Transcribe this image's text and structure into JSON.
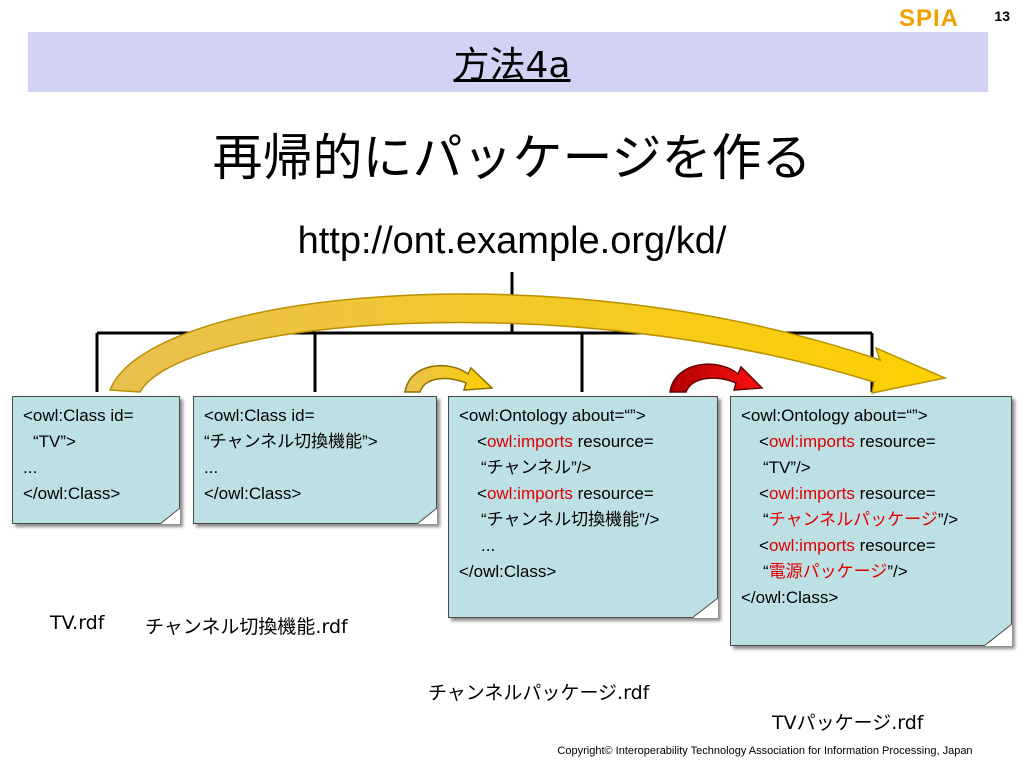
{
  "slide": {
    "page_number": "13",
    "logo_text": "SPIA",
    "header_title": "方法4a",
    "main_title": "再帰的にパッケージを作る",
    "root_url": "http://ont.example.org/kd/",
    "copyright": "Copyright© Interoperability Technology Association for Information Processing, Japan"
  },
  "colors": {
    "header_band": "#d2d2f4",
    "note_fill": "#bde0e4",
    "keyword_red": "#e00000",
    "arrow_yellow": "#f5c800",
    "arrow_red": "#e00000"
  },
  "notes": {
    "tv": {
      "l1": "<owl:Class id=",
      "l2": "“TV”>",
      "l3": "...",
      "l4": "</owl:Class>"
    },
    "channel_switch": {
      "l1": "<owl:Class id=",
      "l2": "“チャンネル切換機能”>",
      "l3": "...",
      "l4": "</owl:Class>"
    },
    "channel_package": {
      "l1": "<owl:Ontology about=“”>",
      "l2_open": "<",
      "l2_kw": "owl:imports",
      "l2_rest": " resource=",
      "l3": "“チャンネル”/>",
      "l4_open": "<",
      "l4_kw": "owl:imports",
      "l4_rest": " resource=",
      "l5": "“チャンネル切換機能”/>",
      "l6": "...",
      "l7": "</owl:Class>"
    },
    "tv_package": {
      "l1": "<owl:Ontology about=“”>",
      "l2_open": "<",
      "l2_kw": "owl:imports",
      "l2_rest": " resource=",
      "l3": "“TV”/>",
      "l4_open": "<",
      "l4_kw": "owl:imports",
      "l4_rest": " resource=",
      "l5_open": "“",
      "l5_red": "チャンネルパッケージ",
      "l5_close": "”/>",
      "l6_open": "<",
      "l6_kw": "owl:imports",
      "l6_rest": " resource=",
      "l7_open": "“",
      "l7_red": "電源パッケージ",
      "l7_close": "”/>",
      "l8": "</owl:Class>"
    }
  },
  "file_labels": {
    "tv": "TV.rdf",
    "channel_switch": "チャンネル切換機能.rdf",
    "channel_package": "チャンネルパッケージ.rdf",
    "tv_package": "TVパッケージ.rdf"
  }
}
